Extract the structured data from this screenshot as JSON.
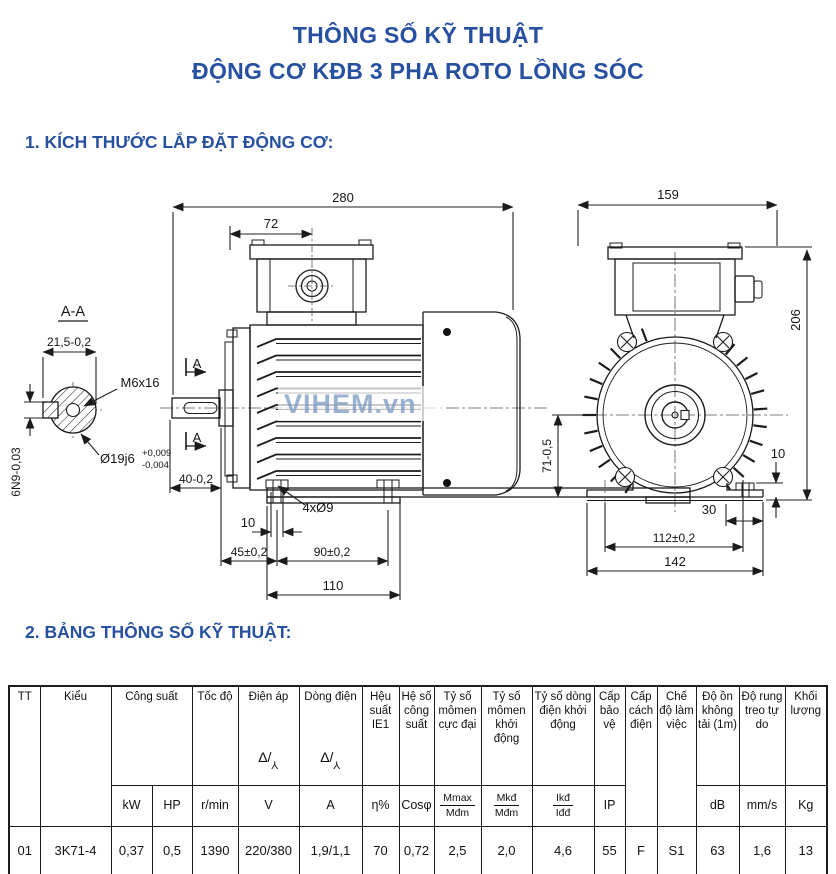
{
  "page": {
    "title_line1": "THÔNG SỐ KỸ THUẬT",
    "title_line2": "ĐỘNG CƠ KĐB 3 PHA ROTO LỒNG SÓC",
    "section1_heading": "1. KÍCH THƯỚC LẮP ĐẶT ĐỘNG CƠ:",
    "section2_heading": "2. BẢNG THÔNG SỐ KỸ THUẬT:",
    "accent_color": "#2750a0"
  },
  "drawing": {
    "watermark": "VIHEM.vn",
    "section_view": {
      "label": "A-A",
      "key_width": "21,5-0,2",
      "thread": "M6x16",
      "keyway_height": "6N9-0,03",
      "shaft_dia": "Ø19j6",
      "dia_tol_plus": "+0,009",
      "dia_tol_minus": "-0,004"
    },
    "side_view": {
      "overall_length": "280",
      "box_offset": "72",
      "shaft_length": "40-0,2",
      "section_mark": "A",
      "foot_holes": "4xØ9",
      "hole_slot": "10",
      "shaft_to_hole": "45±0,2",
      "hole_span": "90±0,2",
      "foot_length": "110"
    },
    "front_view": {
      "overall_width": "159",
      "overall_height": "206",
      "axis_height": "71-0,5",
      "boss_height": "10",
      "hole_to_edge": "30",
      "hole_span": "112±0,2",
      "foot_width": "142"
    }
  },
  "table": {
    "header": {
      "tt": "TT",
      "kieu": "Kiểu",
      "cong_suat": "Công suất",
      "toc_do": "Tốc độ",
      "dien_ap": "Điện áp",
      "dong_dien": "Dòng điện",
      "hieu_suat": "Hệu suất IE1",
      "he_so_cong_suat": "Hệ số công suất",
      "momen_cuc_dai": "Tỷ số mômen cực đại",
      "momen_khoi_dong": "Tỷ số mômen khởi động",
      "dong_dien_khoi_dong": "Tỷ số dòng điện khởi động",
      "cap_bao_ve": "Cấp bảo vệ",
      "cap_cach_dien": "Cấp cách điện",
      "che_do_lam_viec": "Chế độ làm việc",
      "do_on": "Độ ồn không tải (1m)",
      "do_rung": "Độ rung treo tự do",
      "khoi_luong": "Khối lượng",
      "delta": "Δ/",
      "star_y": "Y"
    },
    "units": {
      "kw": "kW",
      "hp": "HP",
      "rpm": "r/min",
      "v": "V",
      "a": "A",
      "eta": "η%",
      "cos": "Cosφ",
      "mmax_num": "Mmax",
      "mmax_den": "Mđm",
      "mkd_num": "Mkđ",
      "mkd_den": "Mđm",
      "ikd_num": "Ikđ",
      "ikd_den": "Iđđ",
      "ip": "IP",
      "db": "dB",
      "mms": "mm/s",
      "kg": "Kg"
    },
    "rows": [
      [
        "01",
        "3K71-4",
        "0,37",
        "0,5",
        "1390",
        "220/380",
        "1,9/1,1",
        "70",
        "0,72",
        "2,5",
        "2,0",
        "4,6",
        "55",
        "F",
        "S1",
        "63",
        "1,6",
        "13"
      ]
    ]
  }
}
